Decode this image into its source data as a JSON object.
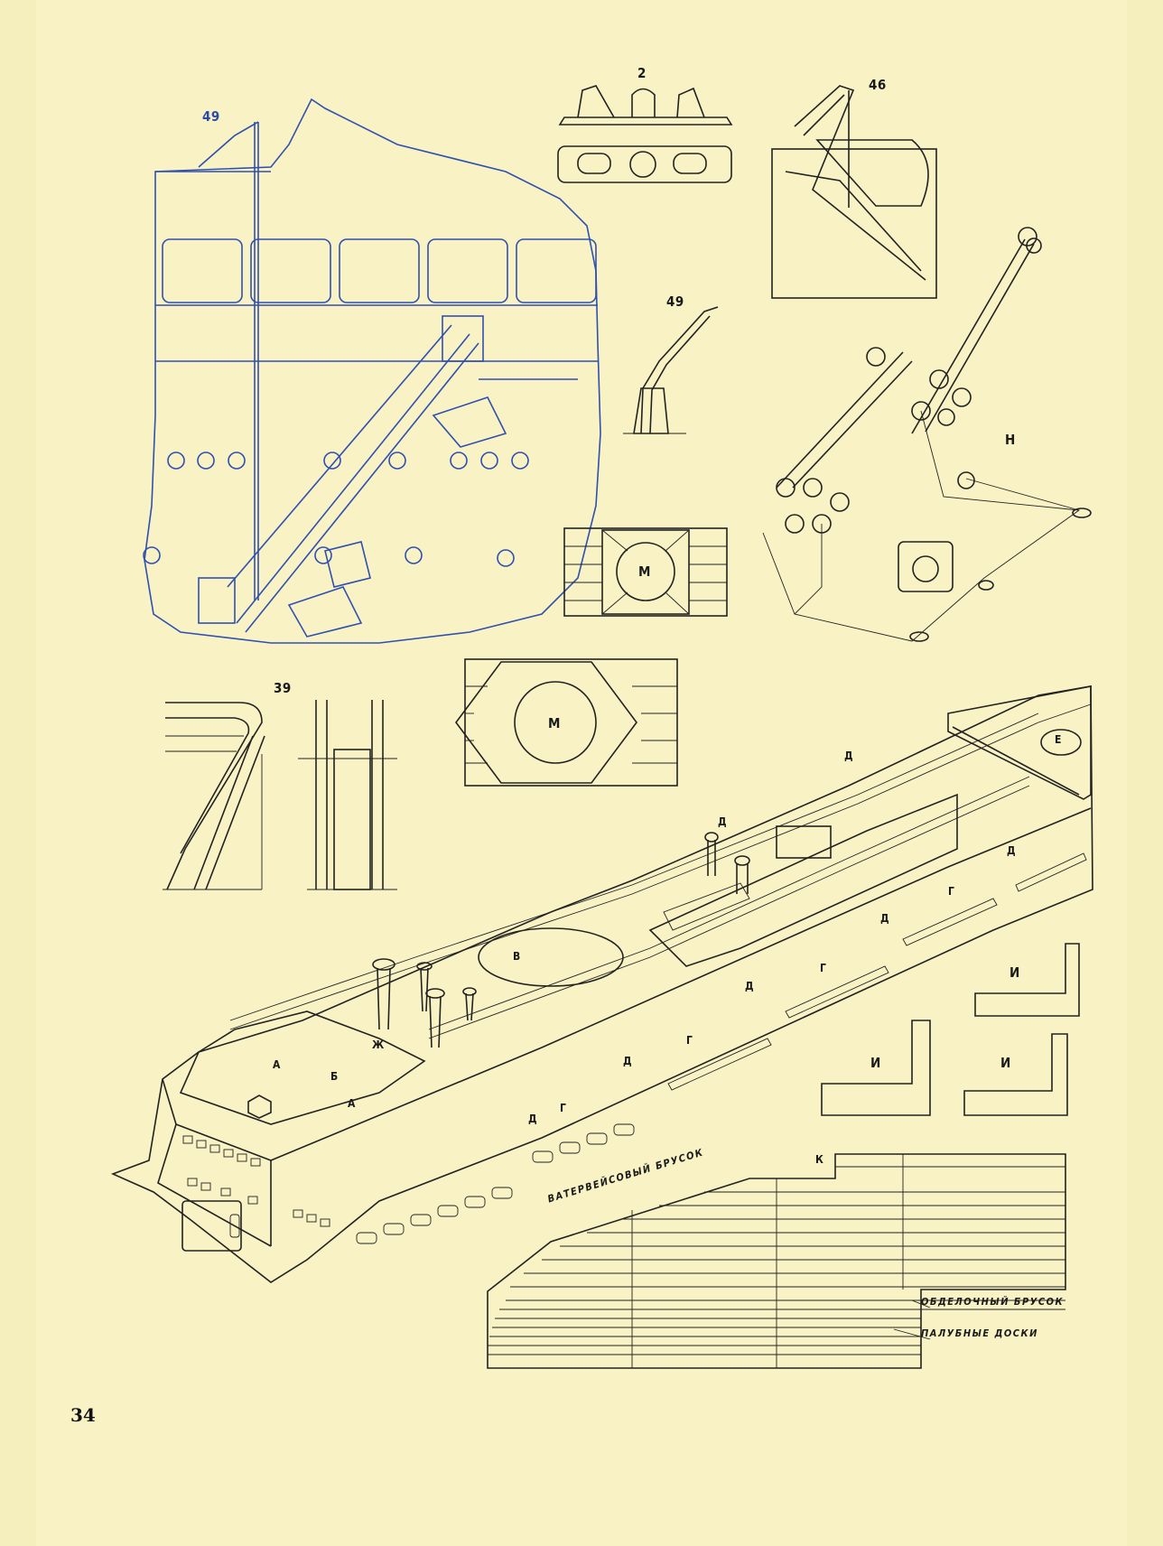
{
  "page_number": "34",
  "figure_labels": {
    "fig_49_main": "49",
    "fig_2": "2",
    "fig_46": "46",
    "fig_49_small": "49",
    "fig_39": "39",
    "H": "Н",
    "M_top": "М",
    "M_bottom": "М",
    "E": "Е",
    "V": "В",
    "K": "К",
    "I1": "И",
    "I2": "И",
    "I3": "И"
  },
  "ship_letters": [
    "А",
    "Б",
    "Ж",
    "А",
    "Д",
    "Г",
    "Д",
    "Г",
    "Д",
    "Г",
    "Д",
    "Д",
    "Г",
    "Д",
    "Д"
  ],
  "captions": {
    "waterway_bar": "ВАТЕРВЕЙСОВЫЙ БРУСОК",
    "trim_bar": "ОБДЕЛОЧНЫЙ БРУСОК",
    "deck_boards": "ПАЛУБНЫЕ ДОСКИ"
  },
  "colors": {
    "paper": "#f8f2c4",
    "ink": "#222222",
    "blue_ink": "#3050b0"
  }
}
